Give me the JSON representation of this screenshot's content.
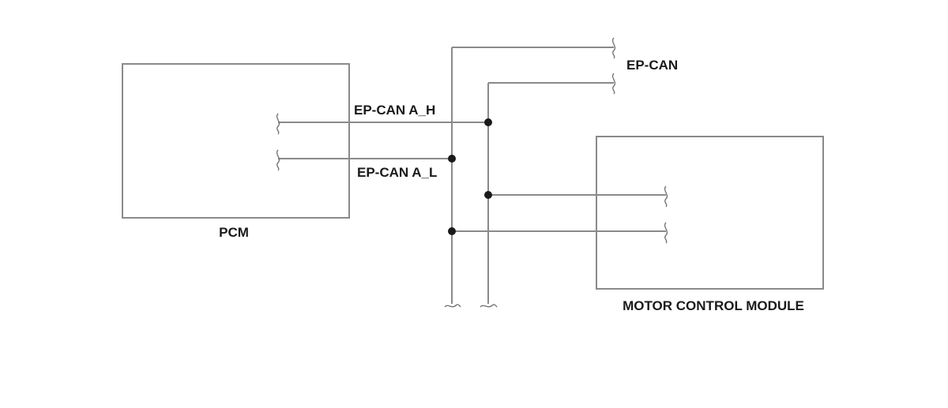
{
  "components": {
    "pcm": {
      "label": "PCM"
    },
    "motor_control_module": {
      "label": "MOTOR CONTROL MODULE"
    }
  },
  "bus": {
    "label": "EP-CAN"
  },
  "signals": {
    "can_high": {
      "label": "EP-CAN A_H"
    },
    "can_low": {
      "label": "EP-CAN A_L"
    }
  }
}
